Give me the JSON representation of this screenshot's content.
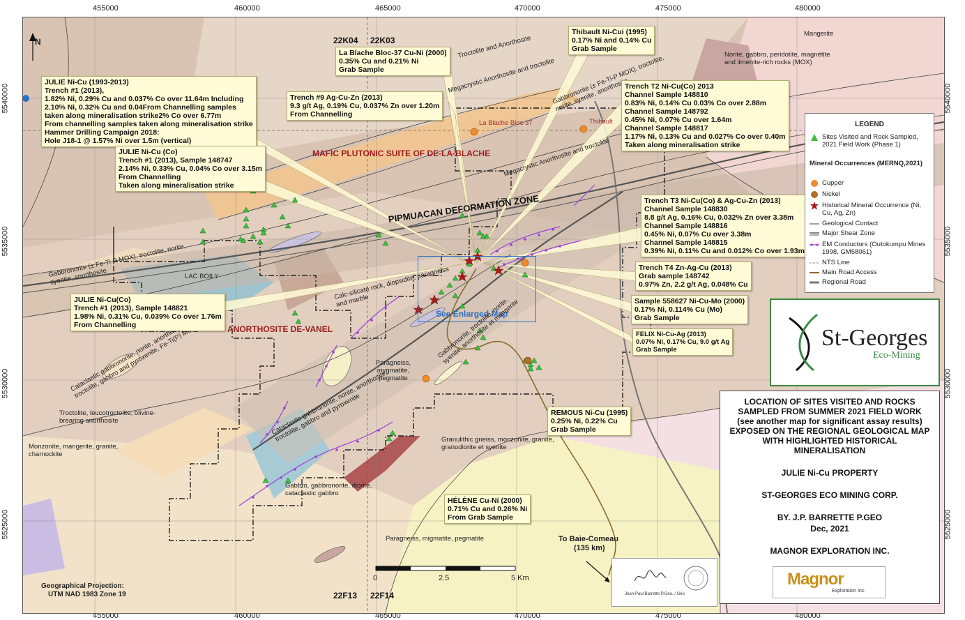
{
  "coords": {
    "top": [
      "455000",
      "460000",
      "465000",
      "470000",
      "475000",
      "480000"
    ],
    "bottom": [
      "455000",
      "460000",
      "465000",
      "470000",
      "475000",
      "480000"
    ],
    "left": [
      "5540000",
      "5535000",
      "5530000",
      "5525000"
    ],
    "right": [
      "5540000",
      "5535000",
      "5530000",
      "5525000"
    ]
  },
  "nts": {
    "nw": "22K04",
    "ne": "22K03",
    "sw": "22F13",
    "se": "22F14"
  },
  "north_arrow": "N",
  "regions": {
    "mafic": "MAFIC PLUTONIC SUITE OF DE-LA-BLACHE",
    "anorthosite": "ANORTHOSITE DE-VANEL",
    "pipmuacan": "PIPMUACAN DEFORMATION ZONE"
  },
  "geology_labels": [
    "Troctolite and Anorthosite",
    "Megacrystic Anorthosite and troctolite",
    "Megacrystic Anorthosite and troctolite",
    "Gabbronorite (± Fe-Ti-P MOX), troctolite, norite, syenite, anorthosite",
    "Norite, gabbro, peridotite, magnétite and ilmenite-rich rocks (MOX)",
    "Mangerite",
    "Gabbronorite (± Fe-Ti-P MOX), troctolite, norite, syenite, anorthosite",
    "LAC BOILY",
    "Calc-silicate rock, diopsidite, paragneiss and marble",
    "Cataclastic gabbronorite, norite, anorthosite, troctolite, gabbro and pyroxenite, Fe-Ti(P) MOX",
    "Troctolite, leucotroctolite, olivine-brearing anorthosite",
    "Monzonite, mangerite, granite, charnockite",
    "Paragneiss, mygmatite, pegmatite",
    "Gabbronorite, troctolite, norite, syenite, anorthosite et mangerite",
    "Cataclastic gabbronorite, norite, anorthosite, troctolite, gabbro and pyroxenite",
    "Granulithic gneiss, monzonite, granite, granodiorite et syenite",
    "Gabbro, gabbronorite, diorite, cataclastic gabbro",
    "Paragneiss, migmatite, pegmatite"
  ],
  "place_labels": {
    "la_blache": "La Blache Bloc 37",
    "thibault": "Thibault",
    "enlarge": "See Enlarged Map",
    "baie": "To Baie-Comeau",
    "baie_dist": "(135 km)"
  },
  "callouts": {
    "julie1": [
      "JULIE Ni-Cu (1993-2013)",
      "Trench #1 (2013),",
      "1.82% Ni, 0.29% Cu and 0.037% Co over 11.64m Including",
      "2.10% Ni, 0.32% Cu and 0.04From Channelling samples",
      "taken along mineralisation strike2% Co over 6.77m",
      "From channelling samples taken along mineralisation strike",
      "Hammer Drilling Campaign 2018:",
      "Hole J18-1 @ 1.57% Ni over 1.5m (vertical)"
    ],
    "julie2": [
      "JULIE Ni-Cu (Co)",
      "Trench #1 (2013), Sample 148747",
      "2.14% Ni, 0.33% Cu, 0.04% Co over 3.15m",
      "From Channelling",
      "Taken along mineralisation strike"
    ],
    "julie3": [
      "JULIE Ni-Cu(Co)",
      "Trench #1 (2013), Sample 148821",
      "1.98% Ni, 0.31% Cu, 0.039% Co over 1.76m",
      "From Channelling"
    ],
    "lablache": [
      "La Blache Bloc-37 Cu-Ni (2000)",
      "0.35% Cu and 0.21% Ni",
      "Grab Sample"
    ],
    "trench9": [
      "Trench #9 Ag-Cu-Zn (2013)",
      "9.3 g/t Ag, 0.19% Cu, 0.037% Zn over 1.20m",
      "From Channelling"
    ],
    "thibault": [
      "Thibault Ni-Cui (1995)",
      "0.17% Ni and 0.14% Cu",
      "Grab Sample"
    ],
    "t2": [
      "Trench T2 Ni-Cu(Co) 2013",
      "Channel Sample 148810",
      "0.83% Ni, 0.14% Cu 0.03% Co over 2.88m",
      "Channel Sample 148792",
      "0.45% Ni, 0.07% Cu over 1.64m",
      "Channel Sample 148817",
      "1.17% Ni, 0.13% Cu and 0.027% Co over 0.40m",
      "Taken along mineralisation strike"
    ],
    "t3": [
      "Trench T3 Ni-Cu(Co) & Ag-Cu-Zn (2013)",
      "Channel Sample 148830",
      "8.8 g/t Ag, 0.16% Cu, 0.032% Zn over 3.38m",
      "Channel Sample 148816",
      "0.45% Ni, 0.07% Cu over 3.38m",
      "Channel Sample 148815",
      "0.39% Ni, 0.11% Cu and 0.012% Co over 1.93m"
    ],
    "t4": [
      "Trench T4 Zn-Ag-Cu (2013)",
      "Grab sample 148742",
      "0.97% Zn, 2.2 g/t Ag, 0.048% Cu"
    ],
    "s558627": [
      "Sample 558627 Ni-Cu-Mo (2000)",
      "0.17% Ni, 0.114% Cu (Mo)",
      "Grab Sample"
    ],
    "felix": [
      "FELIX Ni-Cu-Ag (2013)",
      "0.07% Ni, 0.17% Cu, 9.0 g/t Ag",
      "Grab Sample"
    ],
    "remous": [
      "REMOUS Ni-Cu (1995)",
      "0.25% Ni, 0.22% Cu",
      "Grab Sample"
    ],
    "helene": [
      "HÉLÈNE Cu-Ni (2000)",
      "0.71% Cu and 0.26% Ni",
      "From Grab Sample"
    ]
  },
  "legend": {
    "title": "LEGEND",
    "sites": "Sites Visited and Rock Sampled, 2021 Field Work (Phase 1)",
    "occ_title": "Mineral Occurrences (MERNQ,2021)",
    "cupper": "Cupper",
    "nickel": "Nickel",
    "historical": "Historical Mineral Occurrence (Ni, Cu, Ag, Zn)",
    "contact": "Geological Contact",
    "shear": "Major Shear Zone",
    "em": "EM Conductors (Outokumpu Mines 1998, GM58061)",
    "nts": "NTS Line",
    "main_road": "Main Road Access",
    "regional_road": "Regional Road"
  },
  "logo": {
    "name": "St-Georges",
    "tag": "Eco-Mining"
  },
  "title": {
    "main": "LOCATION OF SITES VISITED AND ROCKS SAMPLED FROM SUMMER 2021 FIELD WORK (see another map for significant assay results) EXPOSED ON THE REGIONAL GEOLOGICAL MAP WITH HIGHLIGHTED HISTORICAL MINERALISATION",
    "property": "JULIE Ni-Cu PROPERTY",
    "corp": "ST-GEORGES ECO MINING CORP.",
    "by": "BY. J.P. BARRETTE P.GEO",
    "date": "Dec, 2021",
    "magnor_corp": "MAGNOR EXPLORATION INC."
  },
  "scale": {
    "l0": "0",
    "l1": "2.5",
    "l2": "5 Km"
  },
  "projection": [
    "Geographical Projection:",
    "UTM NAD 1983 Zone 19"
  ],
  "signature": "Jean-Paul Barrette P.Geo. / Géo",
  "magnor_logo": {
    "name": "Magnor",
    "sub": "Exploration Inc."
  },
  "colors": {
    "callout_bg": "#fffbd6",
    "triangle": "#3fbf3f",
    "cupper": "#f08a2c",
    "nickel": "#b0702a",
    "star": "#a81c1c",
    "em": "#9b3fd6",
    "logo_border": "#3e8a44"
  }
}
